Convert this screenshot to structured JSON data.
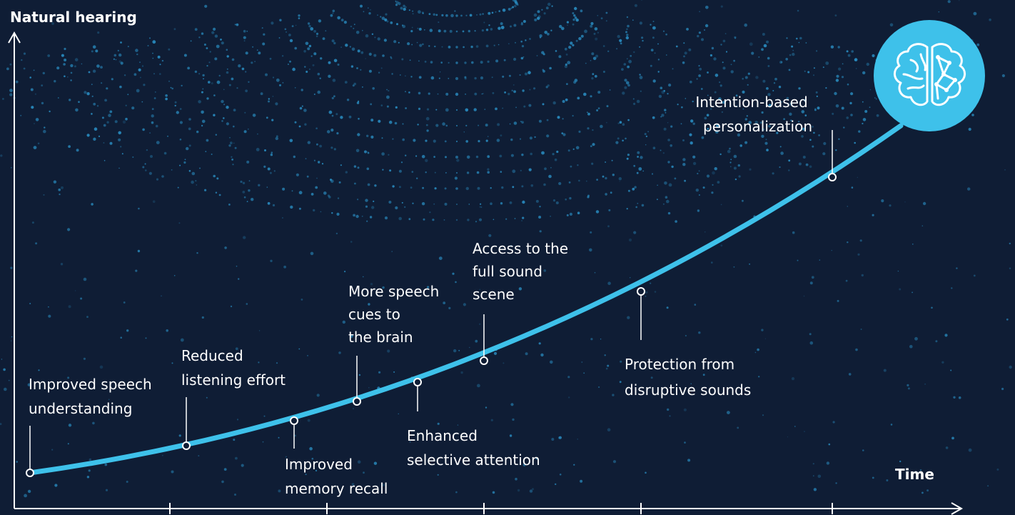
{
  "axes": {
    "y_title": "Natural hearing",
    "x_title": "Time"
  },
  "colors": {
    "background": "#0f1d35",
    "curve": "#3ec1ea",
    "dots": "#2a8fc4",
    "badge": "#3ec1ea",
    "text": "#ffffff"
  },
  "badge_icon": "brain-icon",
  "milestones": [
    {
      "id": "improved-speech-understanding",
      "lines": [
        "Improved speech",
        "understanding"
      ]
    },
    {
      "id": "reduced-listening-effort",
      "lines": [
        "Reduced",
        "listening effort"
      ]
    },
    {
      "id": "improved-memory-recall",
      "lines": [
        "Improved",
        "memory recall"
      ]
    },
    {
      "id": "more-speech-cues",
      "lines": [
        "More speech",
        "cues to",
        "the brain"
      ]
    },
    {
      "id": "enhanced-selective-attention",
      "lines": [
        "Enhanced",
        "selective attention"
      ]
    },
    {
      "id": "access-full-sound-scene",
      "lines": [
        "Access to the",
        "full sound",
        "scene"
      ]
    },
    {
      "id": "protection-disruptive-sounds",
      "lines": [
        "Protection from",
        "disruptive sounds"
      ]
    },
    {
      "id": "intention-based-personalization",
      "lines": [
        "Intention-based",
        "personalization"
      ]
    }
  ]
}
